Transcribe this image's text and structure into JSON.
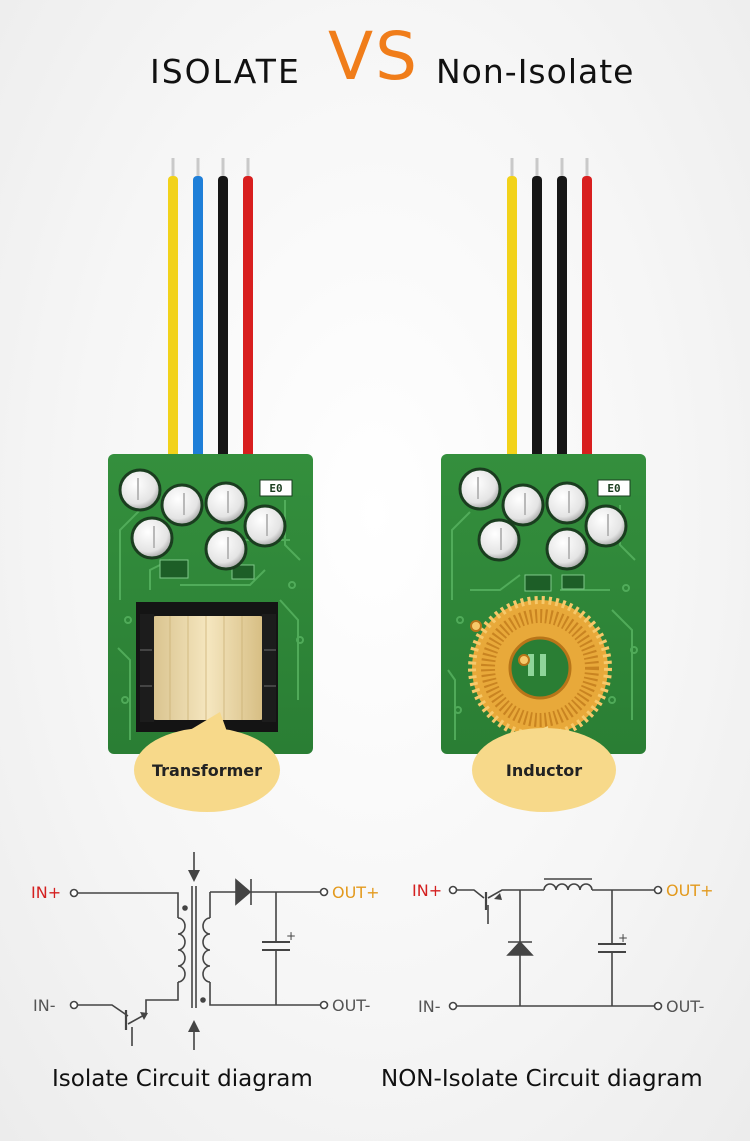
{
  "title": {
    "left": "ISOLATE",
    "vs": "VS",
    "right": "Non-Isolate"
  },
  "modules": {
    "isolated": {
      "label": "Transformer",
      "pcb_marking": "E0"
    },
    "non_isolated": {
      "label": "Inductor",
      "pcb_marking": "E0"
    }
  },
  "circuits": {
    "isolated": {
      "in_plus": "IN+",
      "in_minus": "IN-",
      "out_plus": "OUT+",
      "out_minus": "OUT-",
      "cap_polarity": "+",
      "caption": "Isolate Circuit diagram"
    },
    "non_isolated": {
      "in_plus": "IN+",
      "in_minus": "IN-",
      "out_plus": "OUT+",
      "out_minus": "OUT-",
      "cap_polarity": "+",
      "caption": "NON-Isolate Circuit diagram"
    }
  },
  "colors": {
    "accent": "#f07d1a",
    "pcb": "#2f8a3a",
    "in_plus": "#d42020",
    "out_plus": "#e39a1e",
    "bubble": "#f7d98a"
  }
}
